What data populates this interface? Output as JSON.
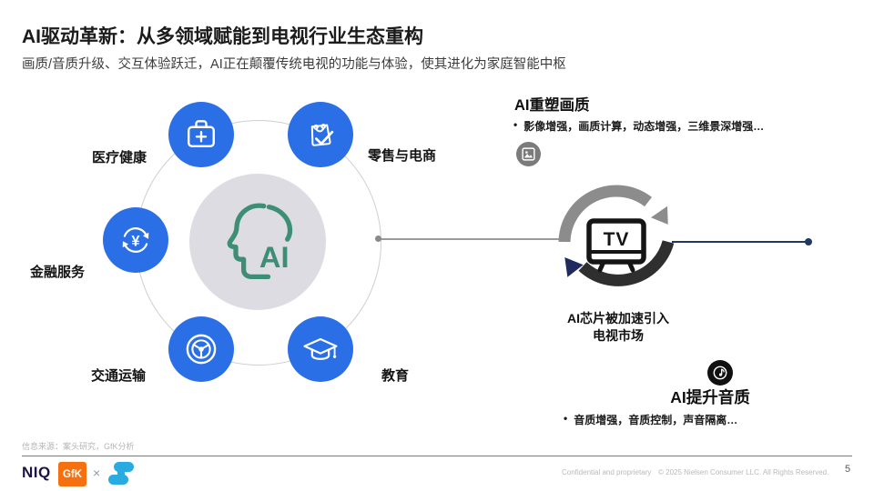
{
  "header": {
    "title": "AI驱动革新：从多领域赋能到电视行业生态重构",
    "subtitle": "画质/音质升级、交互体验跃迁，AI正在颠覆传统电视的功能与体验，使其进化为家庭智能中枢"
  },
  "diagram": {
    "center_label": "AI",
    "finance_symbol": "¥",
    "sectors": [
      {
        "label": "医疗健康"
      },
      {
        "label": "零售与电商"
      },
      {
        "label": "金融服务"
      },
      {
        "label": "交通运输"
      },
      {
        "label": "教育"
      }
    ]
  },
  "right": {
    "bullet_marker": "•",
    "image_quality_title": "AI重塑画质",
    "image_quality_bullet": "影像增强，画质计算，动态增强，三维景深增强…",
    "tv_label": "TV",
    "tv_caption_line1": "AI芯片被加速引入",
    "tv_caption_line2": "电视市场",
    "audio_title": "AI提升音质",
    "audio_bullet": "音质增强，音质控制，声音隔离…"
  },
  "footer": {
    "source": "信息来源：案头研究，GfK分析",
    "logo_niq": "NIQ",
    "logo_gfk": "GfK",
    "logo_separator": "×",
    "confidential": "Confidential and proprietary",
    "copyright": "© 2025 Nielsen Consumer LLC. All Rights Reserved.",
    "page_number": "5"
  },
  "colors": {
    "accent_blue": "#2B6FE6",
    "center_gray": "#DCDCE2",
    "ai_green": "#3E8E75",
    "navy": "#1F3864",
    "gfk_orange": "#F7700F",
    "niq_navy": "#1E1247",
    "z_blue": "#29ABE2"
  }
}
